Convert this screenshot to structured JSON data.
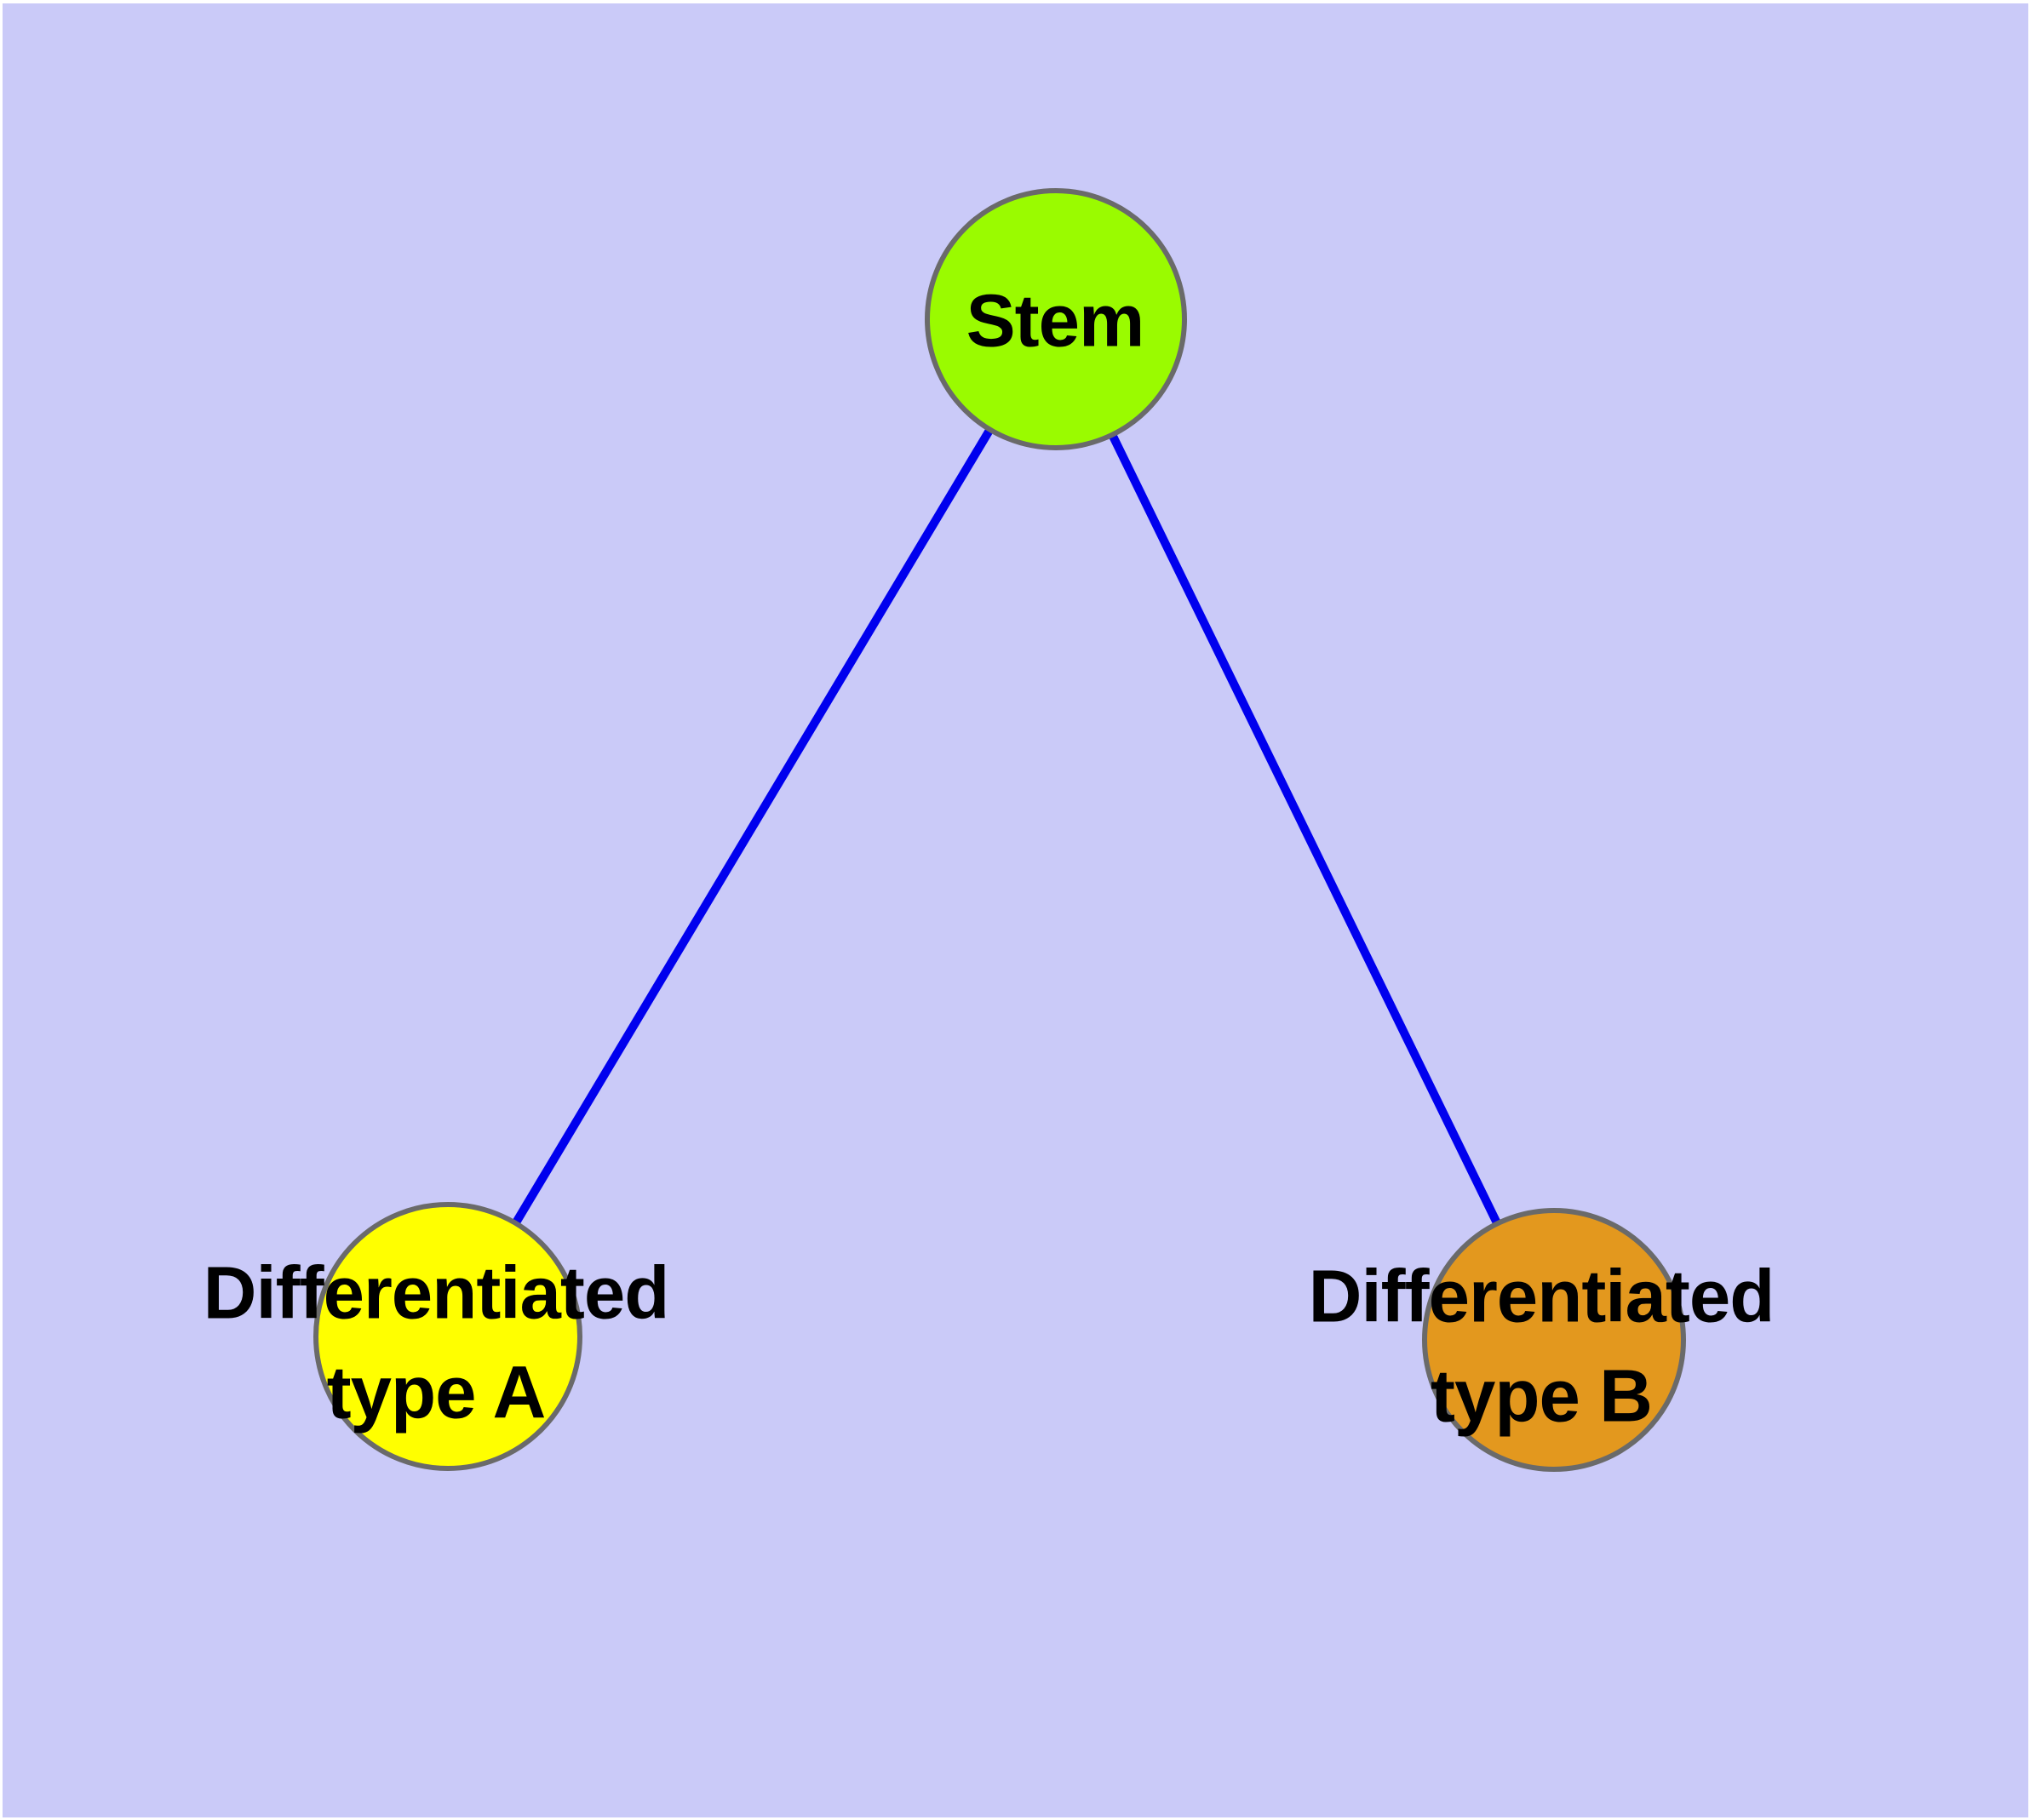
{
  "diagram": {
    "type": "graph",
    "background_color": "#CACAF8",
    "node_border_color": "#6A6A6A",
    "text_color": "#000000",
    "edge_color": "#0000EE",
    "nodes": [
      {
        "id": "stem",
        "label": "Stem",
        "color": "#9AFB00"
      },
      {
        "id": "differentiated-type-a",
        "label": "Differentiated\ntype A",
        "color": "#FFFF00"
      },
      {
        "id": "differentiated-type-b",
        "label": "Differentiated\ntype B",
        "color": "#E3981E"
      }
    ],
    "edges": [
      {
        "from": "stem",
        "to": "differentiated-type-a",
        "color": "#0000EE"
      },
      {
        "from": "stem",
        "to": "differentiated-type-b",
        "color": "#0000EE"
      }
    ]
  }
}
